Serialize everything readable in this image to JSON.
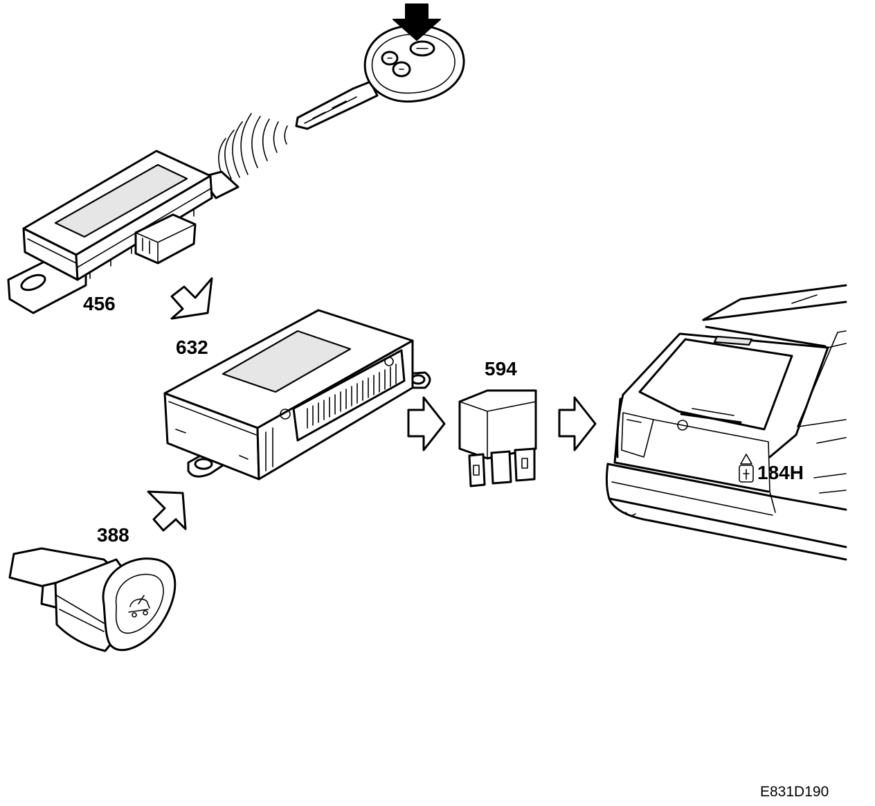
{
  "components": {
    "remote_receiver": {
      "label": "456"
    },
    "central_control_unit": {
      "label": "632"
    },
    "relay": {
      "label": "594"
    },
    "bonnet_switch": {
      "label": "388"
    },
    "tailgate_lock": {
      "label": "184H"
    }
  },
  "figure_ref": "E831D190",
  "colors": {
    "line": "#000000",
    "background": "#ffffff",
    "shade": "#e6e6e6"
  },
  "icons": [
    "key-fob-icon",
    "radio-waves-icon",
    "bonnet-open-icon",
    "flow-arrow-icon",
    "lock-symbol-icon"
  ]
}
